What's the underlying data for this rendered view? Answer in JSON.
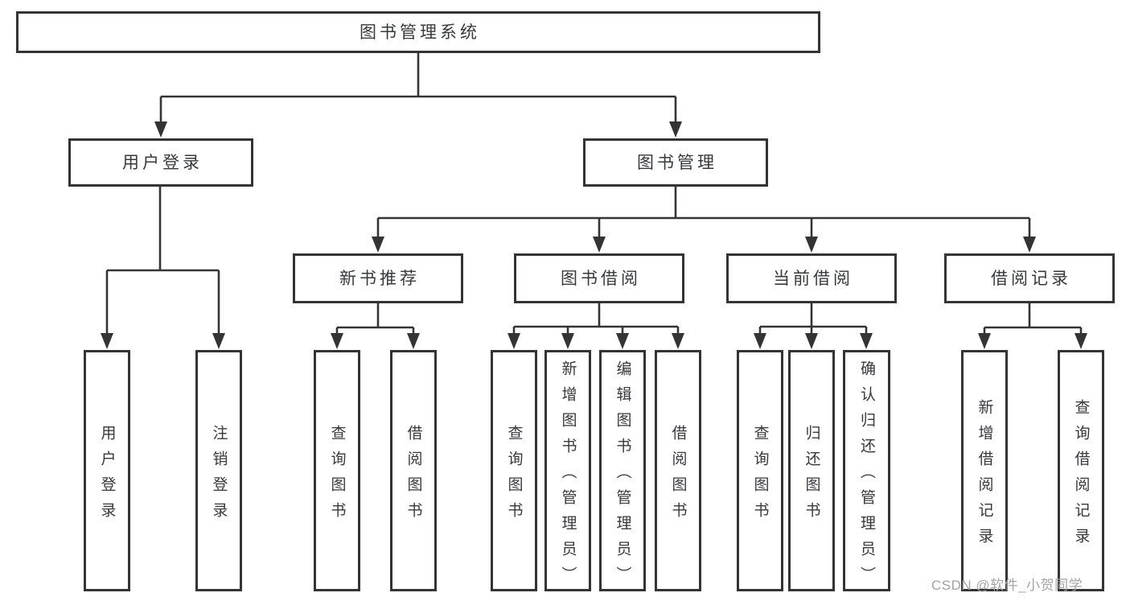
{
  "colors": {
    "line": "#343434",
    "box_border": "#343434",
    "text": "#37393e",
    "watermark": "#a4a4a4",
    "background": "#ffffff"
  },
  "nodes": {
    "root": {
      "label": "图书管理系统"
    },
    "level2": [
      {
        "label": "用户登录"
      },
      {
        "label": "图书管理"
      }
    ],
    "level3": [
      {
        "label": "新书推荐"
      },
      {
        "label": "图书借阅"
      },
      {
        "label": "当前借阅"
      },
      {
        "label": "借阅记录"
      }
    ],
    "leaves": {
      "user_login": [
        "用户登录",
        "注销登录"
      ],
      "new_book_recommend": [
        "查询图书",
        "借阅图书"
      ],
      "book_borrowing": [
        "查询图书",
        "新增图书（管理员）",
        "编辑图书（管理员）",
        "借阅图书"
      ],
      "current_borrowing": [
        "查询图书",
        "归还图书",
        "确认归还（管理员）"
      ],
      "borrowing_records": [
        "新增借阅记录",
        "查询借阅记录"
      ]
    }
  },
  "watermark": "CSDN @软件_小贺同学"
}
